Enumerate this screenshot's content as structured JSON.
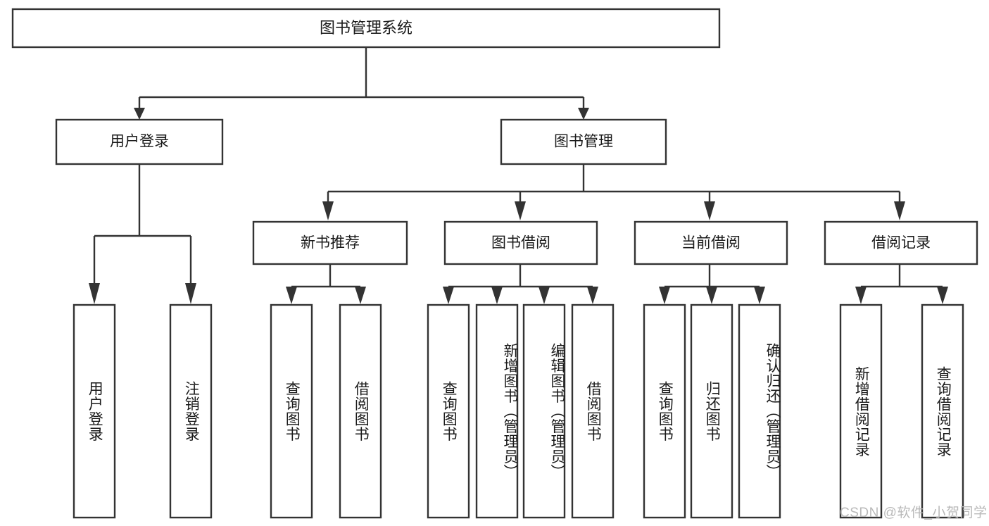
{
  "diagram": {
    "type": "tree",
    "title": "图书管理系统",
    "watermark": "CSDN @软件_小贺同学",
    "colors": {
      "stroke": "#333333",
      "box_fill": "#ffffff",
      "text": "#1a1a1a",
      "background": "#ffffff",
      "watermark": "#b9b9b9"
    },
    "root": {
      "label": "图书管理系统",
      "orientation": "horizontal"
    },
    "level2": [
      {
        "label": "用户登录",
        "orientation": "horizontal"
      },
      {
        "label": "图书管理",
        "orientation": "horizontal"
      }
    ],
    "level3": [
      {
        "label": "新书推荐",
        "orientation": "horizontal",
        "parent": "图书管理"
      },
      {
        "label": "图书借阅",
        "orientation": "horizontal",
        "parent": "图书管理"
      },
      {
        "label": "当前借阅",
        "orientation": "horizontal",
        "parent": "图书管理"
      },
      {
        "label": "借阅记录",
        "orientation": "horizontal",
        "parent": "图书管理"
      }
    ],
    "leaves": {
      "用户登录": [
        {
          "label": "用户登录",
          "orientation": "vertical"
        },
        {
          "label": "注销登录",
          "orientation": "vertical"
        }
      ],
      "新书推荐": [
        {
          "label": "查询图书",
          "orientation": "vertical"
        },
        {
          "label": "借阅图书",
          "orientation": "vertical"
        }
      ],
      "图书借阅": [
        {
          "label": "查询图书",
          "orientation": "vertical"
        },
        {
          "label": "新增图书（管理员）",
          "orientation": "vertical"
        },
        {
          "label": "编辑图书（管理员）",
          "orientation": "vertical"
        },
        {
          "label": "借阅图书",
          "orientation": "vertical"
        }
      ],
      "当前借阅": [
        {
          "label": "查询图书",
          "orientation": "vertical"
        },
        {
          "label": "归还图书",
          "orientation": "vertical"
        },
        {
          "label": "确认归还（管理员）",
          "orientation": "vertical"
        }
      ],
      "借阅记录": [
        {
          "label": "新增借阅记录",
          "orientation": "vertical"
        },
        {
          "label": "查询借阅记录",
          "orientation": "vertical"
        }
      ]
    },
    "leaf_order": [
      "用户登录",
      "注销登录",
      "查询图书",
      "借阅图书",
      "查询图书",
      "新增图书（管理员）",
      "编辑图书（管理员）",
      "借阅图书",
      "查询图书",
      "归还图书",
      "确认归还（管理员）",
      "新增借阅记录",
      "查询借阅记录"
    ]
  }
}
